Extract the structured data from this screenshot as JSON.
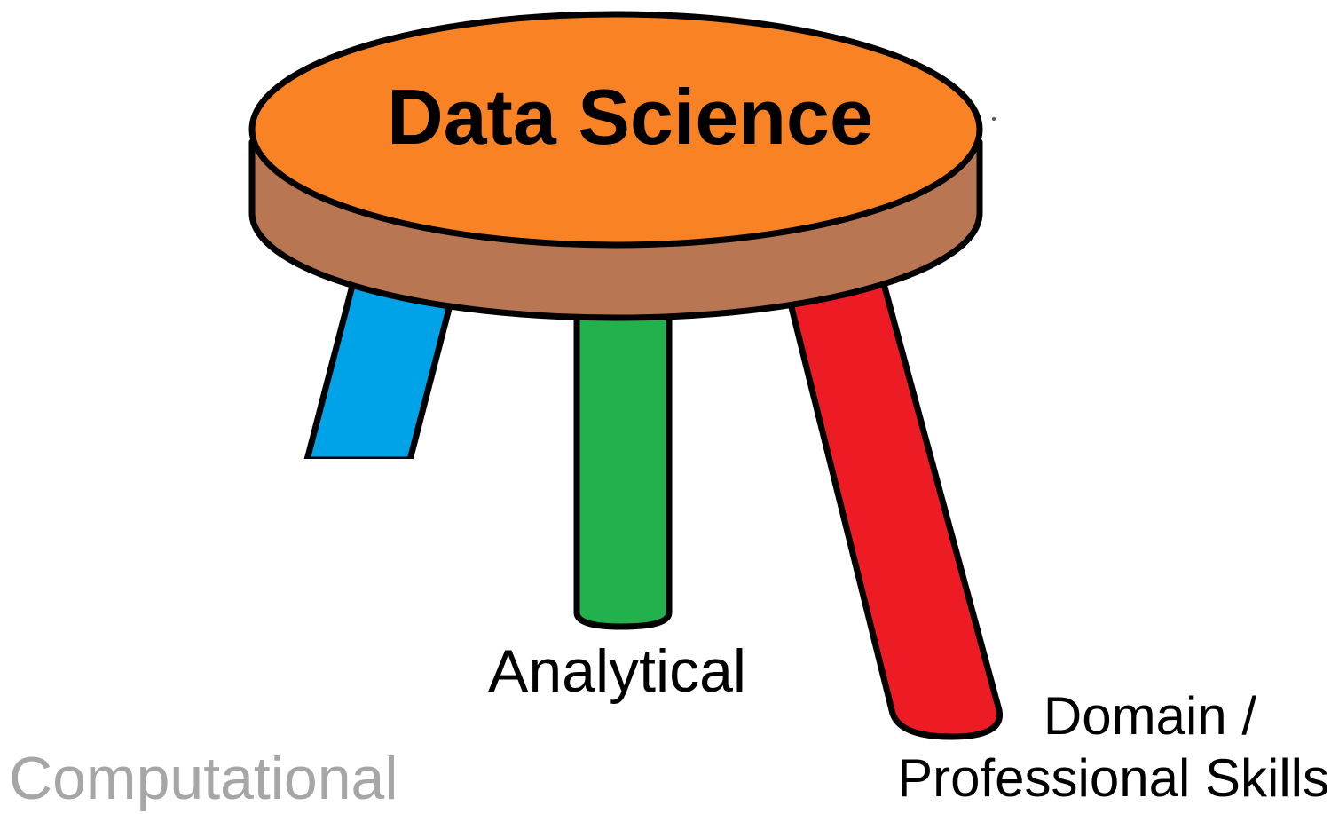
{
  "diagram": {
    "seat": {
      "label": "Data Science",
      "top_color": "#f98324",
      "rim_color": "#b87652"
    },
    "legs": [
      {
        "label": "Computational",
        "color": "#00a2e8",
        "label_color": "#a6a6a6"
      },
      {
        "label": "Analytical",
        "color": "#22b14c",
        "label_color": "#000000"
      },
      {
        "label_lines": [
          "Domain /",
          "Professional Skills"
        ],
        "color": "#ed1c24",
        "label_color": "#000000"
      }
    ],
    "outline_color": "#000000"
  }
}
